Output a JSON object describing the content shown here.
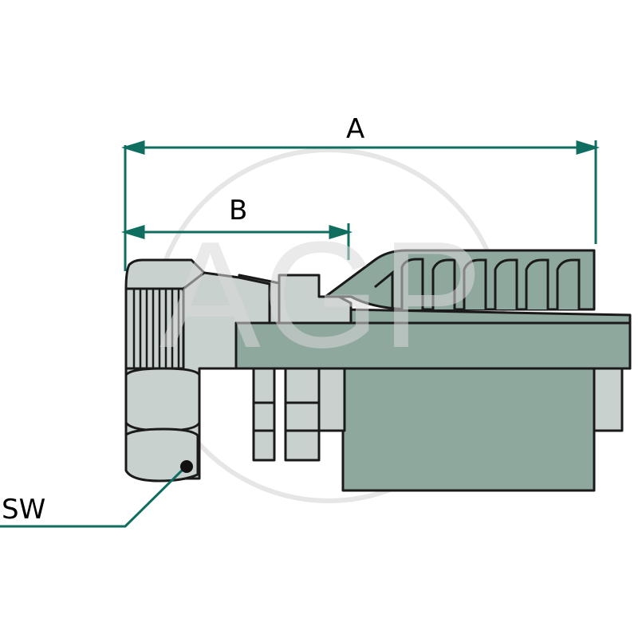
{
  "dimensions": {
    "a_label": "A",
    "b_label": "B",
    "sw_label": "SW"
  },
  "watermark": {
    "text": "AGP"
  },
  "colors": {
    "dimension_line": "#0f6e5f",
    "body_fill": "#8fa89e",
    "nut_fill": "#c9d1cf",
    "outline": "#1a1a1a"
  }
}
